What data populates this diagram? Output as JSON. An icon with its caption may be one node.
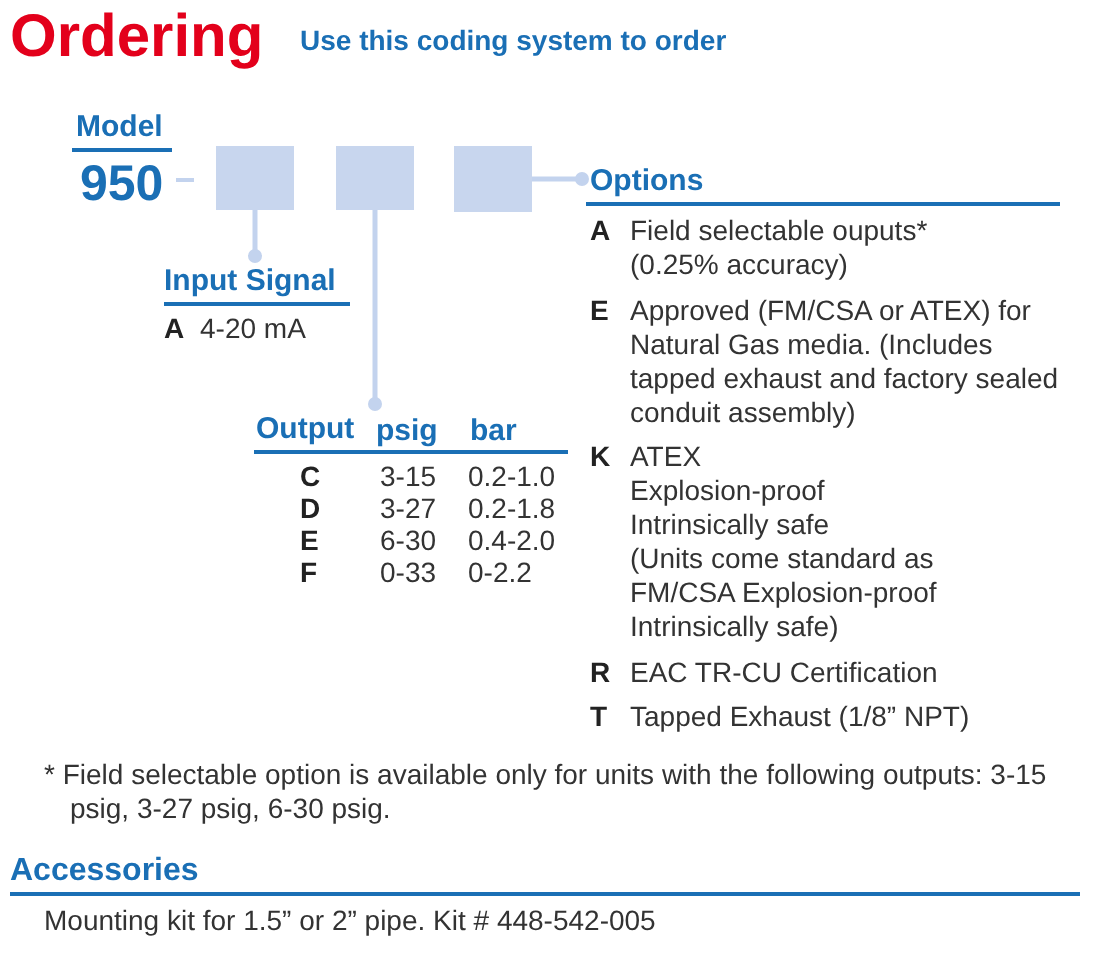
{
  "diagram": {
    "title": "Ordering",
    "nodes": [
      {
        "text": [],
        "shape": "box"
      },
      {
        "text": [],
        "shape": "box"
      },
      {
        "text": [],
        "shape": "box"
      },
      {
        "text": [
          "Input Signal"
        ]
      },
      {
        "text": [
          "Output"
        ]
      },
      {
        "text": [
          "Options"
        ]
      }
    ],
    "edges": [
      {
        "from": 0,
        "to": 3,
        "arrow": "other"
      },
      {
        "from": 1,
        "to": 4,
        "arrow": "other"
      },
      {
        "from": 2,
        "to": 5,
        "arrow": "other"
      }
    ],
    "labels": [
      "Use this coding system to order",
      "Model",
      "950",
      "A",
      "4-20 mA",
      "psig",
      "bar",
      "C",
      "3-15",
      "0.2-1.0",
      "D",
      "3-27",
      "0.2-1.8",
      "E",
      "6-30",
      "0.4-2.0",
      "F",
      "0-33",
      "0-2.2",
      "A",
      "Field selectable ouputs* (0.25% accuracy)",
      "E",
      "Approved (FM/CSA or ATEX) for Natural Gas media. (Includes tapped exhaust and factory sealed conduit assembly)",
      "K",
      "ATEX",
      "Explosion-proof",
      "Intrinsically safe",
      "(Units come standard as FM/CSA Explosion-proof Intrinsically safe)",
      "R",
      "EAC TR-CU Certification",
      "T",
      "Tapped Exhaust (1/8” NPT)",
      "* Field selectable option is available only for units with the following outputs: 3-15 psig, 3-27 psig, 6-30 psig.",
      "Accessories",
      "Mounting kit for 1.5” or 2” pipe. Kit # 448-542-005"
    ]
  }
}
